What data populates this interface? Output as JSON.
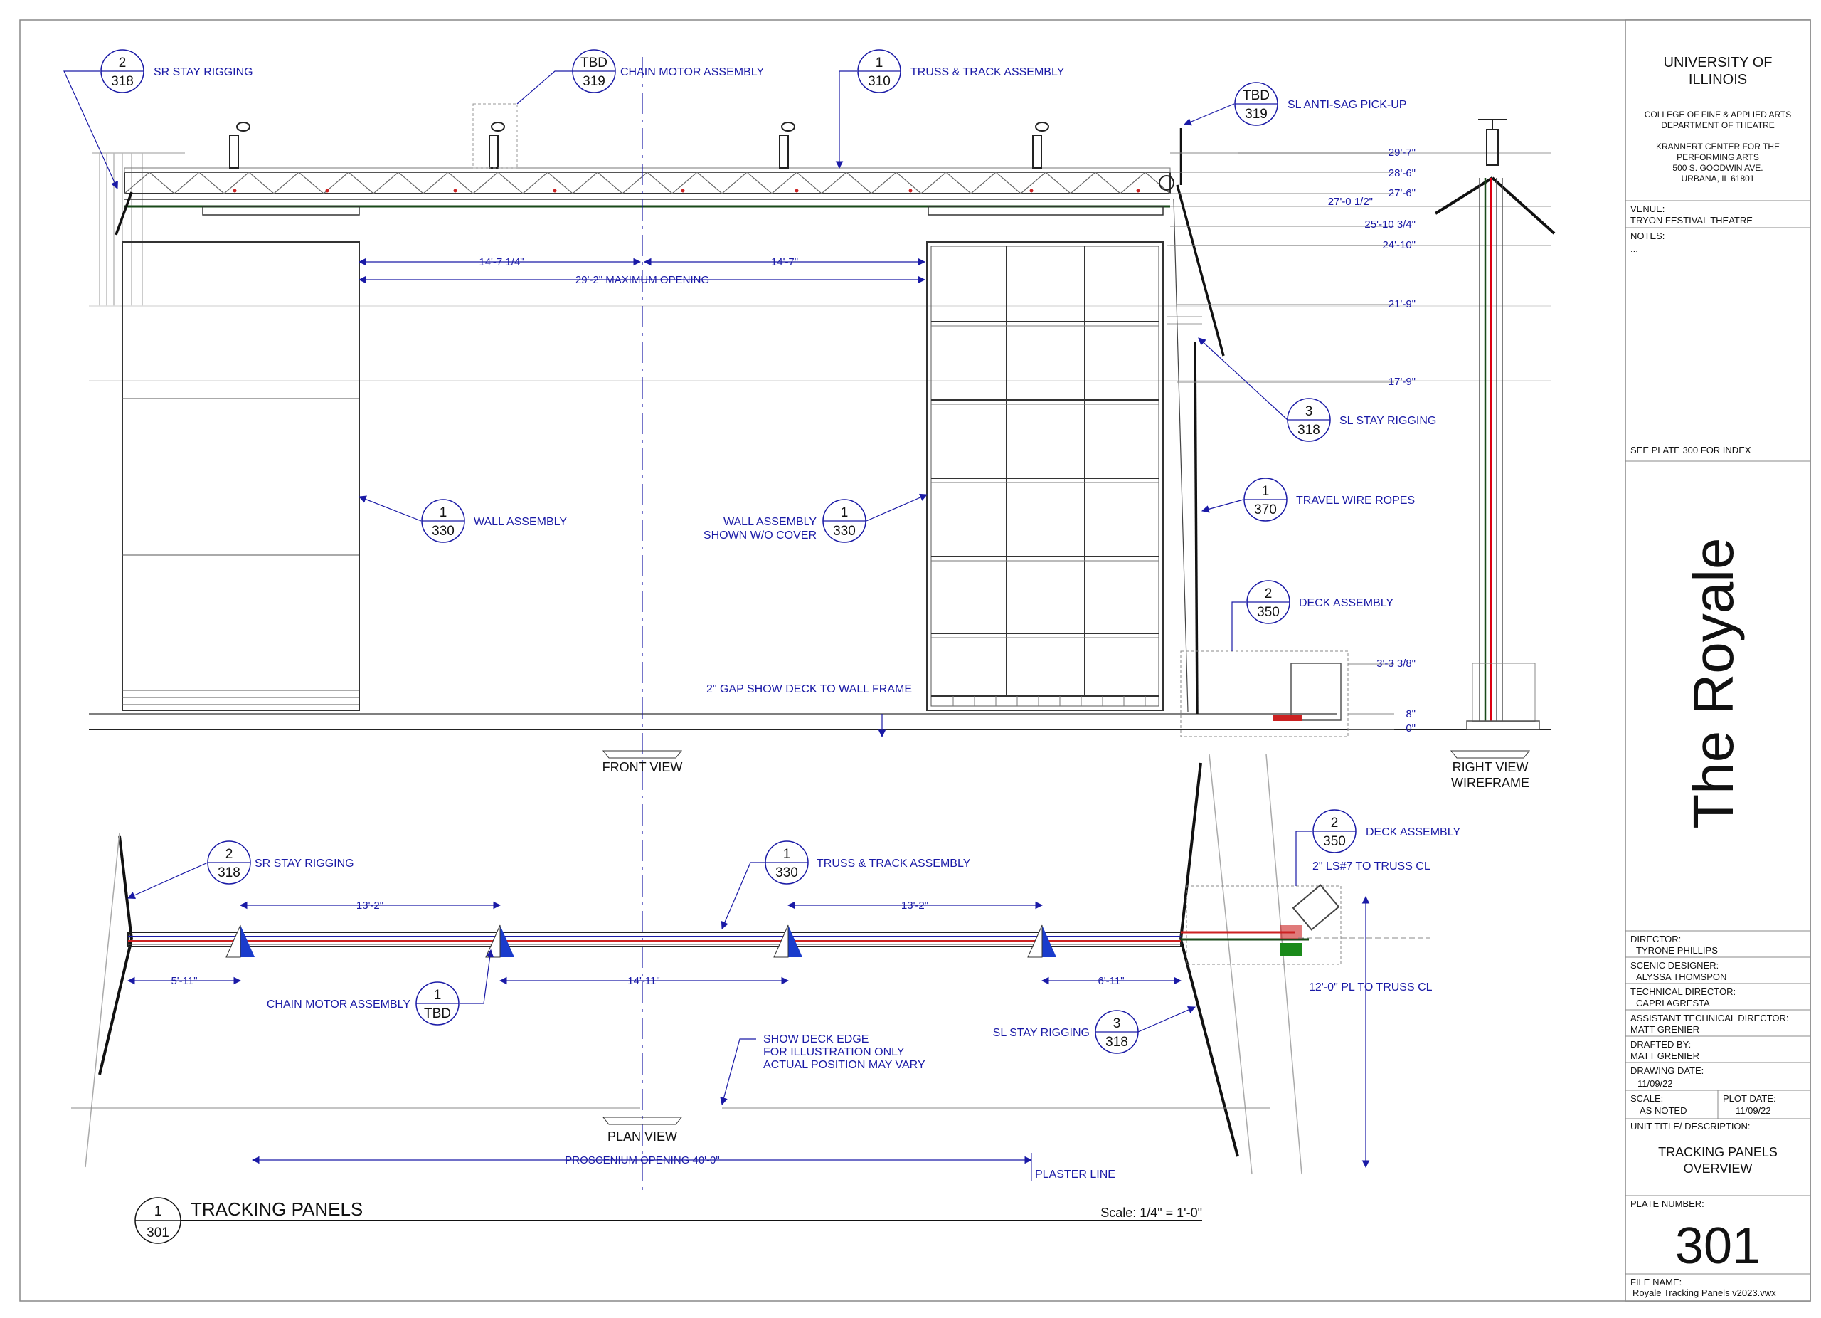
{
  "drawing": {
    "callouts": {
      "sr_stay_top": {
        "num": "2",
        "sheet": "318",
        "label": "SR STAY RIGGING"
      },
      "chain_motor_top": {
        "num": "TBD",
        "sheet": "319",
        "label": "CHAIN MOTOR ASSEMBLY"
      },
      "truss_track_top": {
        "num": "1",
        "sheet": "310",
        "label": "TRUSS & TRACK ASSEMBLY"
      },
      "sl_antisag": {
        "num": "TBD",
        "sheet": "319",
        "label": "SL ANTI-SAG PICK-UP"
      },
      "sl_stay_top": {
        "num": "3",
        "sheet": "318",
        "label": "SL STAY RIGGING"
      },
      "wall_left": {
        "num": "1",
        "sheet": "330",
        "label": "WALL ASSEMBLY"
      },
      "wall_right": {
        "num": "1",
        "sheet": "330",
        "label_line1": "WALL ASSEMBLY",
        "label_line2": "SHOWN W/O COVER"
      },
      "travel_wire": {
        "num": "1",
        "sheet": "370",
        "label": "TRAVEL WIRE ROPES"
      },
      "deck_top": {
        "num": "2",
        "sheet": "350",
        "label": "DECK ASSEMBLY"
      },
      "sr_stay_plan": {
        "num": "2",
        "sheet": "318",
        "label": "SR STAY RIGGING"
      },
      "truss_track_plan": {
        "num": "1",
        "sheet": "330",
        "label": "TRUSS & TRACK ASSEMBLY"
      },
      "deck_plan": {
        "num": "2",
        "sheet": "350",
        "label": "DECK ASSEMBLY"
      },
      "chain_motor_plan": {
        "num": "1",
        "sheet": "TBD",
        "label": "CHAIN MOTOR ASSEMBLY"
      },
      "sl_stay_plan": {
        "num": "3",
        "sheet": "318",
        "label": "SL STAY RIGGING"
      }
    },
    "elevations": [
      "29'-7\"",
      "28'-6\"",
      "27'-6\"",
      "27'-0 1/2\"",
      "25'-10 3/4\"",
      "24'-10\"",
      "21'-9\"",
      "17'-9\"",
      "3'-3 3/8\"",
      "8\"",
      "0\""
    ],
    "front_dims": {
      "left_half": "14'-7 1/4\"",
      "right_half": "14'-7\"",
      "max_opening": "29'-2\" MAXIMUM OPENING",
      "gap_note": "2\" GAP SHOW DECK TO WALL FRAME"
    },
    "plan_dims": {
      "left_span": "13'-2\"",
      "right_span": "13'-2\"",
      "left_end": "5'-11\"",
      "center": "14'-11\"",
      "right_end": "6'-11\"",
      "ls7": "2\" LS#7 TO TRUSS CL",
      "pl": "12'-0\" PL TO TRUSS CL",
      "deck_note_1": "SHOW DECK EDGE",
      "deck_note_2": "FOR ILLUSTRATION ONLY",
      "deck_note_3": "ACTUAL POSITION MAY VARY",
      "proscenium": "PROSCENIUM OPENING 40'-0\"",
      "plaster": "PLASTER LINE"
    },
    "view_titles": {
      "front": "FRONT VIEW",
      "plan": "PLAN VIEW",
      "right_1": "RIGHT VIEW",
      "right_2": "WIREFRAME"
    },
    "title_bubble": {
      "num": "1",
      "sheet": "301"
    },
    "title": "TRACKING PANELS",
    "scale": "Scale: 1/4\" = 1'-0\""
  },
  "title_block": {
    "org_1": "UNIVERSITY OF",
    "org_2": "ILLINOIS",
    "college_1": "COLLEGE OF FINE & APPLIED ARTS",
    "college_2": "DEPARTMENT OF THEATRE",
    "addr_1": "KRANNERT CENTER FOR THE",
    "addr_2": "PERFORMING ARTS",
    "addr_3": "500 S. GOODWIN AVE.",
    "addr_4": "URBANA, IL 61801",
    "venue_label": "VENUE:",
    "venue": "TRYON FESTIVAL THEATRE",
    "notes_label": "NOTES:",
    "notes": "...",
    "index_note": "SEE PLATE 300 FOR INDEX",
    "show_title": "The Royale",
    "director_label": "DIRECTOR:",
    "director": "TYRONE PHILLIPS",
    "scenic_label": "SCENIC DESIGNER:",
    "scenic": "ALYSSA THOMSPON",
    "td_label": "TECHNICAL DIRECTOR:",
    "td": "CAPRI AGRESTA",
    "atd_label": "ASSISTANT TECHNICAL DIRECTOR:",
    "atd": "MATT GRENIER",
    "drafted_label": "DRAFTED BY:",
    "drafted": "MATT GRENIER",
    "date_label": "DRAWING DATE:",
    "date": "11/09/22",
    "scale_label": "SCALE:",
    "scale": "AS NOTED",
    "plot_label": "PLOT DATE:",
    "plot": "11/09/22",
    "unit_label": "UNIT TITLE/ DESCRIPTION:",
    "unit_1": "TRACKING PANELS",
    "unit_2": "OVERVIEW",
    "plate_label": "PLATE NUMBER:",
    "plate": "301",
    "file_label": "FILE NAME:",
    "file": "Royale Tracking Panels v2023.vwx"
  }
}
